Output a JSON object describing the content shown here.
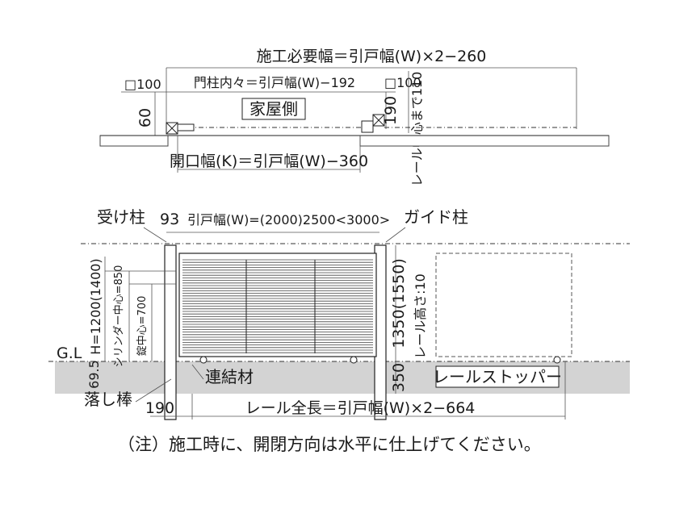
{
  "plan": {
    "total_width": "施工必要幅＝引戸幅(W)×2−260",
    "post_left_size": "□100",
    "inner_width": "門柱内々＝引戸幅(W)−192",
    "post_right_size": "□100",
    "house_side": "家屋側",
    "depth_60": "60",
    "depth_190": "190",
    "rail_to_center": "レール中心まで110",
    "opening_width": "開口幅(K)＝引戸幅(W)−360"
  },
  "elevation": {
    "receiving_post": "受け柱",
    "guide_post": "ガイド柱",
    "dim_93": "93",
    "door_width": "引戸幅(W)=(2000)2500<3000>",
    "height_h": "H=1200(1400)",
    "cylinder_center": "シリンダー中心=850",
    "lock_center": "錠中心=700",
    "gl": "G.L",
    "dim_69_5": "69.5",
    "connector": "連結材",
    "post_height": "1350(1550)",
    "rail_height": "レール高さ:10",
    "dim_350": "350",
    "rail_stopper": "レールストッパー",
    "drop_rod": "落し棒",
    "dim_190": "190",
    "rail_total": "レール全長＝引戸幅(W)×2−664"
  },
  "note": "（注）施工時に、開閉方向は水平に仕上げてください。"
}
